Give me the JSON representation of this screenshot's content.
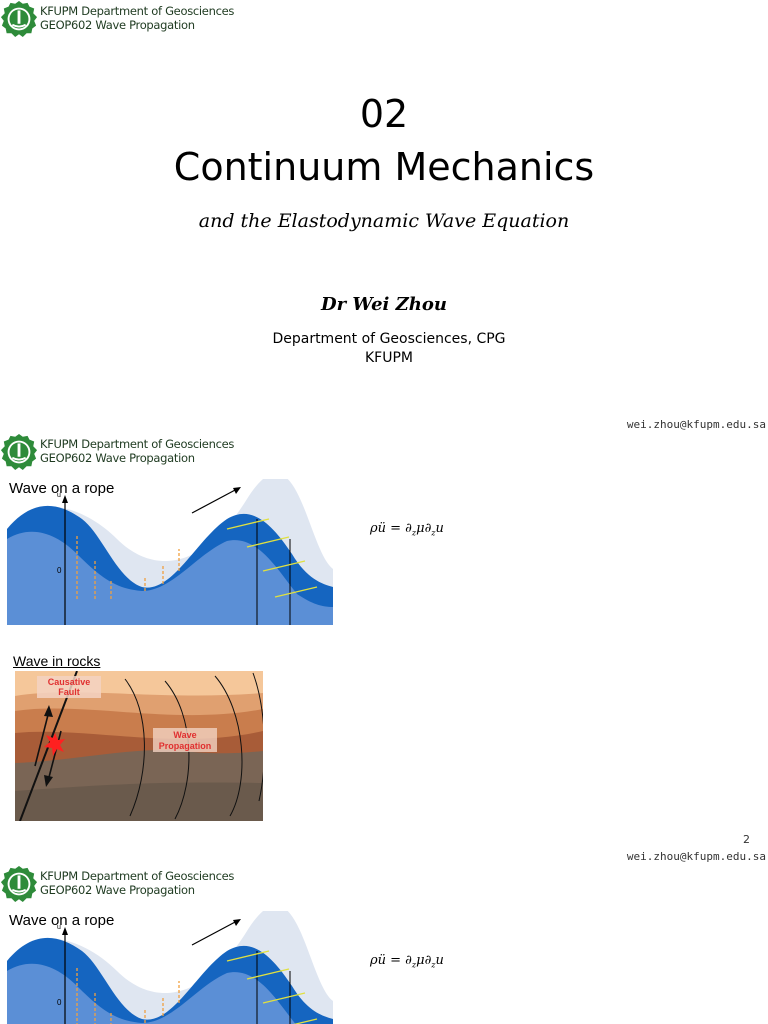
{
  "header": {
    "line1": "KFUPM Department of Geosciences",
    "line2": "GEOP602 Wave Propagation"
  },
  "title_slide": {
    "number": "02",
    "title": "Continuum Mechanics",
    "subtitle": "and the Elastodynamic Wave Equation",
    "author": "Dr Wei Zhou",
    "department": "Department of Geosciences, CPG",
    "institution": "KFUPM",
    "email": "wei.zhou@kfupm.edu.sa"
  },
  "slide2": {
    "rope_label": "Wave on a rope",
    "rope_axis_zero": "0",
    "rope_axis_u": "u",
    "equation": "ρü = ∂zμ∂zu",
    "rocks_label": "Wave in rocks",
    "fault_label_1": "Causative",
    "fault_label_2": "Fault",
    "wave_label_1": "Wave",
    "wave_label_2": "Propagation",
    "page_number": "2",
    "email": "wei.zhou@kfupm.edu.sa"
  },
  "slide3": {
    "rope_label": "Wave on a rope",
    "rope_axis_zero": "0",
    "rope_axis_u": "u",
    "equation": "ρü = ∂zμ∂zu"
  },
  "colors": {
    "logo_green": "#2e8b3a",
    "rope_dark_blue": "#1565c0",
    "rope_light_blue": "#5b8fd6",
    "arrow_orange": "#f0a040",
    "arrow_yellow": "#e0e040"
  }
}
